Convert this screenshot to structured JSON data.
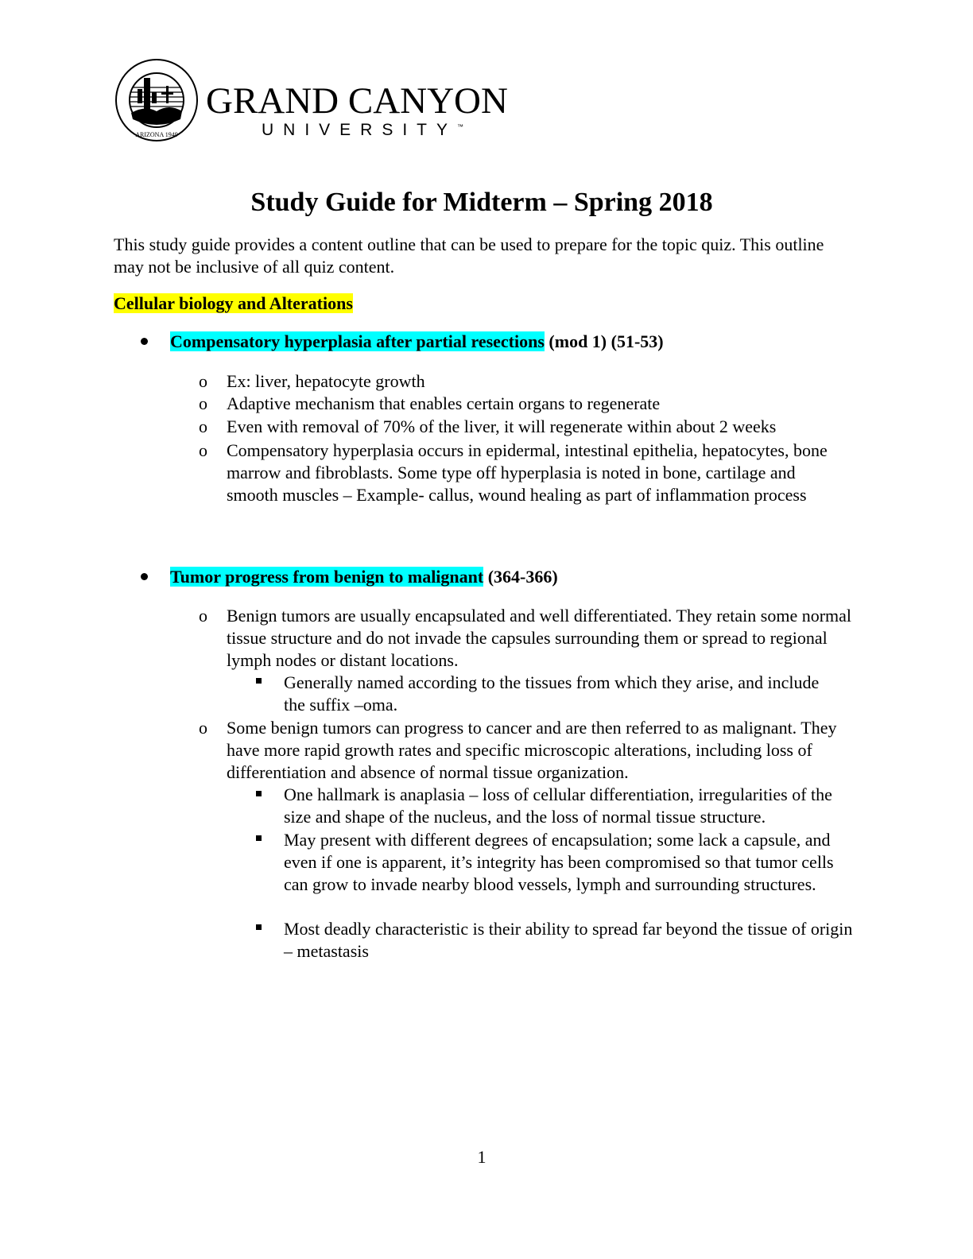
{
  "logo": {
    "seal_text": "GRAND CANYON UNIVERSITY ARIZONA 1949",
    "wordmark": "GRAND CANYON",
    "subword": "UNIVERSITY",
    "trademark": "™"
  },
  "title": "Study Guide for Midterm – Spring 2018",
  "intro": "This study guide provides a content outline that can be used to prepare for the topic quiz. This outline may not be inclusive of all quiz content.",
  "section": {
    "heading": "Cellular biology and Alterations",
    "topics": [
      {
        "title": "Compensatory hyperplasia after partial resections",
        "ref": " (mod 1) (51-53)",
        "items": [
          "Ex: liver, hepatocyte growth",
          "Adaptive mechanism that enables certain organs to regenerate",
          "Even with removal of 70% of the liver, it will regenerate within about 2 weeks",
          "Compensatory hyperplasia occurs in epidermal, intestinal epithelia, hepatocytes, bone marrow and fibroblasts. Some type off hyperplasia is noted in bone, cartilage and smooth muscles – Example- callus, wound healing as part of inflammation process"
        ]
      },
      {
        "title": "Tumor progress from benign to malignant",
        "ref": " (364-366)",
        "items": [
          {
            "text": "Benign tumors are usually encapsulated and well differentiated.  They retain some normal tissue structure and do not invade the capsules surrounding them or spread to regional lymph nodes or distant locations.",
            "sub": [
              "Generally named according to the tissues from which they arise, and include the suffix –oma."
            ]
          },
          {
            "text": "Some benign tumors can progress to cancer and are then referred to as malignant. They have more rapid growth rates and specific microscopic alterations, including loss of differentiation and absence of normal tissue organization.",
            "sub": [
              "One hallmark is anaplasia – loss of cellular differentiation, irregularities of the size and shape of the nucleus, and the loss of normal tissue structure.",
              "May present with different degrees of encapsulation; some lack a capsule, and even if one is apparent, it’s integrity has been compromised so that tumor cells can grow to invade nearby blood vessels, lymph and surrounding structures.",
              "Most deadly characteristic is their ability to spread far beyond the tissue of origin – metastasis"
            ]
          }
        ]
      }
    ]
  },
  "page_number": "1",
  "sub_marker": "o"
}
